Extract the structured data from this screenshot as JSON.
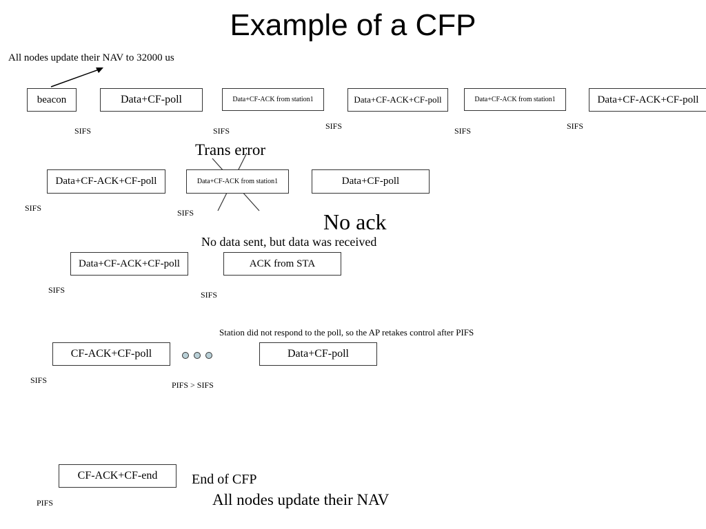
{
  "title": "Example of a CFP",
  "nav_note": "All nodes update their NAV to 32000 us",
  "row1": {
    "frames": [
      "beacon",
      "Data+CF-poll",
      "Data+CF-ACK from station1",
      "Data+CF-ACK+CF-poll",
      "Data+CF-ACK from station1",
      "Data+CF-ACK+CF-poll"
    ],
    "gaps": [
      "SIFS",
      "SIFS",
      "SIFS",
      "SIFS",
      "SIFS"
    ]
  },
  "row2": {
    "error_label": "Trans error",
    "frames": [
      "Data+CF-ACK+CF-poll",
      "Data+CF-ACK from station1",
      "Data+CF-poll"
    ],
    "gaps": [
      "SIFS",
      "SIFS"
    ],
    "no_ack": "No ack",
    "note": "No data sent, but data was received"
  },
  "row3": {
    "frames": [
      "Data+CF-ACK+CF-poll",
      "ACK from STA"
    ],
    "gaps": [
      "SIFS",
      "SIFS"
    ]
  },
  "row4": {
    "note": "Station did not respond to the poll, so the AP retakes control after PIFS",
    "frames": [
      "CF-ACK+CF-poll",
      "Data+CF-poll"
    ],
    "gaps": [
      "SIFS",
      "PIFS > SIFS"
    ]
  },
  "row5": {
    "frames": [
      "CF-ACK+CF-end"
    ],
    "gap": "PIFS",
    "end_label": "End of CFP",
    "end_note": "All nodes update their NAV"
  },
  "colors": {
    "dot_fill": "#b8cfd6",
    "border": "#333333"
  }
}
